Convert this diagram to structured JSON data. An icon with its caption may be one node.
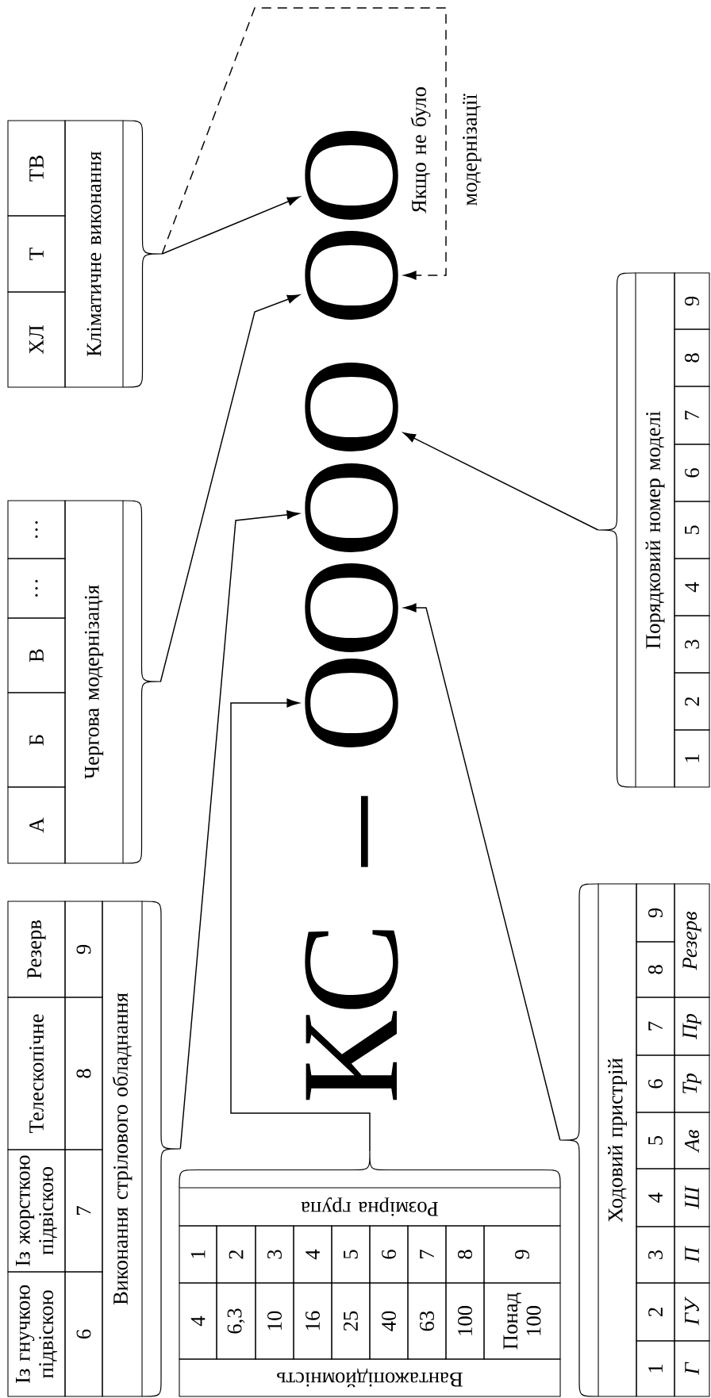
{
  "diagram": {
    "nodes": [
      {
        "text": [
          "Із гнучкою підвіскою",
          "Із жорсткою підвіскою",
          "Телескопічне",
          "Резерв",
          "6",
          "7",
          "8",
          "9",
          "Виконання стрілового обладнання"
        ]
      },
      {
        "text": [
          "А",
          "Б",
          "В",
          "…",
          "…",
          "Чергова модернізація"
        ]
      },
      {
        "text": [
          "ХЛ",
          "Т",
          "ТВ",
          "Кліматичне виконання"
        ]
      },
      {
        "text": [
          "О"
        ]
      },
      {
        "text": [
          "О"
        ]
      },
      {
        "text": [
          "О"
        ]
      },
      {
        "text": [
          "О"
        ]
      },
      {
        "text": [
          "О"
        ]
      },
      {
        "text": [
          "О"
        ]
      },
      {
        "text": [
          "Розмірна група",
          "1",
          "2",
          "3",
          "4",
          "5",
          "6",
          "7",
          "8",
          "9",
          "4",
          "6,3",
          "10",
          "16",
          "25",
          "40",
          "63",
          "100",
          "Понад 100",
          "Вантажопідйомність"
        ]
      },
      {
        "text": [
          "Ходовий пристрій",
          "1",
          "2",
          "3",
          "4",
          "5",
          "6",
          "7",
          "8",
          "9",
          "Г",
          "ГУ",
          "П",
          "Ш",
          "Ав",
          "Тр",
          "Пр",
          "Резерв"
        ]
      },
      {
        "text": [
          "Порядковий номер моделі",
          "1",
          "2",
          "3",
          "4",
          "5",
          "6",
          "7",
          "8",
          "9"
        ]
      }
    ],
    "edges": [
      {
        "from": 9,
        "to": 3,
        "arrow": "to"
      },
      {
        "from": 10,
        "to": 4,
        "arrow": "to"
      },
      {
        "from": 0,
        "to": 5,
        "arrow": "to"
      },
      {
        "from": 11,
        "to": 6,
        "arrow": "to"
      },
      {
        "from": 1,
        "to": 7,
        "arrow": "to"
      },
      {
        "from": 2,
        "to": 8,
        "arrow": "to"
      },
      {
        "from": 2,
        "to": 7,
        "arrow": "to",
        "style": "dashed"
      }
    ],
    "labels": [
      "КС",
      "–",
      "Якщо не було модернізації"
    ]
  }
}
